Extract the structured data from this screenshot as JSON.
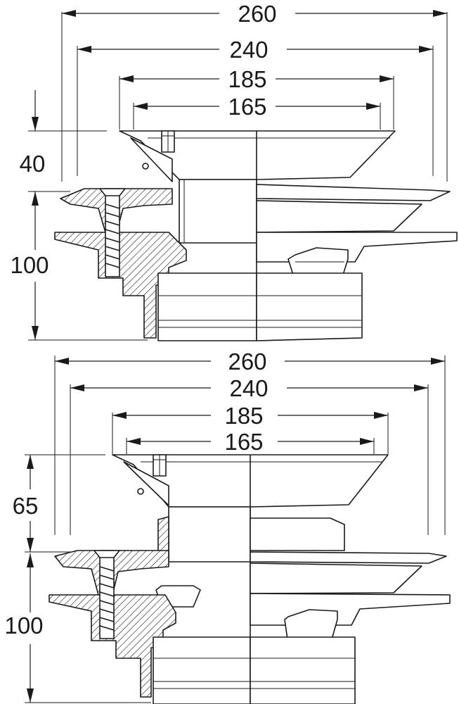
{
  "upper_view": {
    "dimensions": {
      "width_260": "260",
      "width_240": "240",
      "width_185": "185",
      "width_165": "165",
      "height_40": "40",
      "height_100": "100"
    }
  },
  "lower_view": {
    "dimensions": {
      "width_260": "260",
      "width_240": "240",
      "width_185": "185",
      "width_165": "165",
      "height_65": "65",
      "height_100": "100"
    }
  }
}
